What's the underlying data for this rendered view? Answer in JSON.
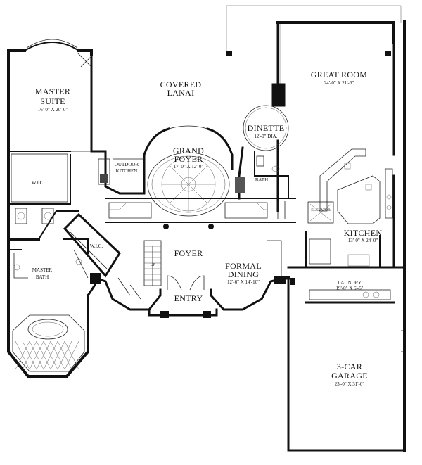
{
  "rooms": {
    "master_suite": {
      "name_line1": "MASTER",
      "name_line2": "SUITE",
      "dims": "16'-0\" X 20'-0\""
    },
    "covered_lanai": {
      "name_line1": "COVERED",
      "name_line2": "LANAI"
    },
    "great_room": {
      "name": "GREAT ROOM",
      "dims": "24'-0\" X 21'-6\""
    },
    "dinette": {
      "name": "DINETTE",
      "dims": "12'-0\" DIA."
    },
    "grand_foyer": {
      "name_line1": "GRAND",
      "name_line2": "FOYER",
      "dims": "17'-0\" X 12'-0\""
    },
    "outdoor_kitchen": {
      "name_line1": "OUTDOOR",
      "name_line2": "KITCHEN"
    },
    "bath": {
      "name": "BATH"
    },
    "wic_upper": {
      "name": "W.I.C."
    },
    "wic_lower": {
      "name": "W.I.C."
    },
    "elevator": {
      "name": "ELEVATOR"
    },
    "kitchen": {
      "name": "KITCHEN",
      "dims": "13'-0\" X 24'-0\""
    },
    "master_bath": {
      "name_line1": "MASTER",
      "name_line2": "BATH"
    },
    "foyer": {
      "name": "FOYER"
    },
    "formal_dining": {
      "name_line1": "FORMAL",
      "name_line2": "DINING",
      "dims": "12'-6\" X 14'-10\""
    },
    "laundry": {
      "name": "LAUNDRY",
      "dims": "19'-0\" X 6'-6\""
    },
    "entry": {
      "name": "ENTRY"
    },
    "garage": {
      "name_line1": "3-CAR",
      "name_line2": "GARAGE",
      "dims": "23'-0\" X 31'-0\""
    }
  },
  "stair_label": "UP"
}
